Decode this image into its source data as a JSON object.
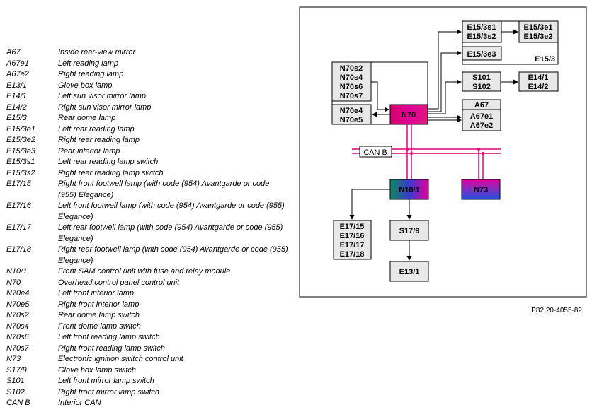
{
  "legend": [
    {
      "code": "A67",
      "desc": "Inside rear-view mirror"
    },
    {
      "code": "A67e1",
      "desc": "Left reading lamp"
    },
    {
      "code": "A67e2",
      "desc": "Right reading lamp"
    },
    {
      "code": "E13/1",
      "desc": "Glove box lamp"
    },
    {
      "code": "E14/1",
      "desc": "Left sun visor mirror lamp"
    },
    {
      "code": "E14/2",
      "desc": "Right sun visor mirror lamp"
    },
    {
      "code": "E15/3",
      "desc": "Rear dome lamp"
    },
    {
      "code": "E15/3e1",
      "desc": "Left rear reading lamp"
    },
    {
      "code": "E15/3e2",
      "desc": "Right rear reading lamp"
    },
    {
      "code": "E15/3e3",
      "desc": "Rear interior lamp"
    },
    {
      "code": "E15/3s1",
      "desc": "Left rear reading lamp switch"
    },
    {
      "code": "E15/3s2",
      "desc": "Right rear reading lamp switch"
    },
    {
      "code": "E17/15",
      "desc": "Right front footwell lamp (with code (954) Avantgarde or code (955) Elegance)"
    },
    {
      "code": "E17/16",
      "desc": "Left front footwell lamp (with code (954) Avantgarde or code (955) Elegance)"
    },
    {
      "code": "E17/17",
      "desc": "Left rear footwell lamp (with code (954) Avantgarde or code (955) Elegance)"
    },
    {
      "code": "E17/18",
      "desc": "Right rear footwell lamp (with code (954) Avantgarde or code (955) Elegance)"
    },
    {
      "code": "N10/1",
      "desc": "Front SAM control unit with fuse and relay module"
    },
    {
      "code": "N70",
      "desc": "Overhead control panel control unit"
    },
    {
      "code": "N70e4",
      "desc": "Left front interior lamp"
    },
    {
      "code": "N70e5",
      "desc": "Right front interior lamp"
    },
    {
      "code": "N70s2",
      "desc": "Rear dome lamp switch"
    },
    {
      "code": "N70s4",
      "desc": "Front dome lamp switch"
    },
    {
      "code": "N70s6",
      "desc": "Left front reading lamp switch"
    },
    {
      "code": "N70s7",
      "desc": "Right front reading lamp switch"
    },
    {
      "code": "N73",
      "desc": "Electronic ignition switch control unit"
    },
    {
      "code": "S17/9",
      "desc": "Glove box lamp switch"
    },
    {
      "code": "S101",
      "desc": "Left front mirror lamp switch"
    },
    {
      "code": "S102",
      "desc": "Right front mirror lamp switch"
    },
    {
      "code": "CAN B",
      "desc": "Interior CAN"
    }
  ],
  "diagram": {
    "nodes": {
      "n70_switches": [
        "N70s2",
        "N70s4",
        "N70s6",
        "N70s7"
      ],
      "n70_lamps": [
        "N70e4",
        "N70e5"
      ],
      "n70": "N70",
      "e15_3_switches": [
        "E15/3s1",
        "E15/3s2"
      ],
      "e15_3_lamps": [
        "E15/3e1",
        "E15/3e2"
      ],
      "e15_3e3": "E15/3e3",
      "e15_3": "E15/3",
      "s101_s102": [
        "S101",
        "S102"
      ],
      "e14": [
        "E14/1",
        "E14/2"
      ],
      "a67": "A67",
      "a67_lamps": [
        "A67e1",
        "A67e2"
      ],
      "can_b": "CAN B",
      "n10_1": "N10/1",
      "n73": "N73",
      "e17": [
        "E17/15",
        "E17/16",
        "E17/17",
        "E17/18"
      ],
      "s17_9": "S17/9",
      "e13_1": "E13/1"
    },
    "colors": {
      "can_bus": "#e4007c",
      "box_fill": "#e8e8e8",
      "n70_gradient": [
        "#d4006a",
        "#e0009a",
        "#e0187c"
      ],
      "n10_gradient": [
        "#0a8a5a",
        "#3a3ad0",
        "#e0009a"
      ],
      "n73_gradient": [
        "#e0009a",
        "#8030c0",
        "#2050e0"
      ]
    }
  },
  "ref_code": "P82.20-4055-82"
}
